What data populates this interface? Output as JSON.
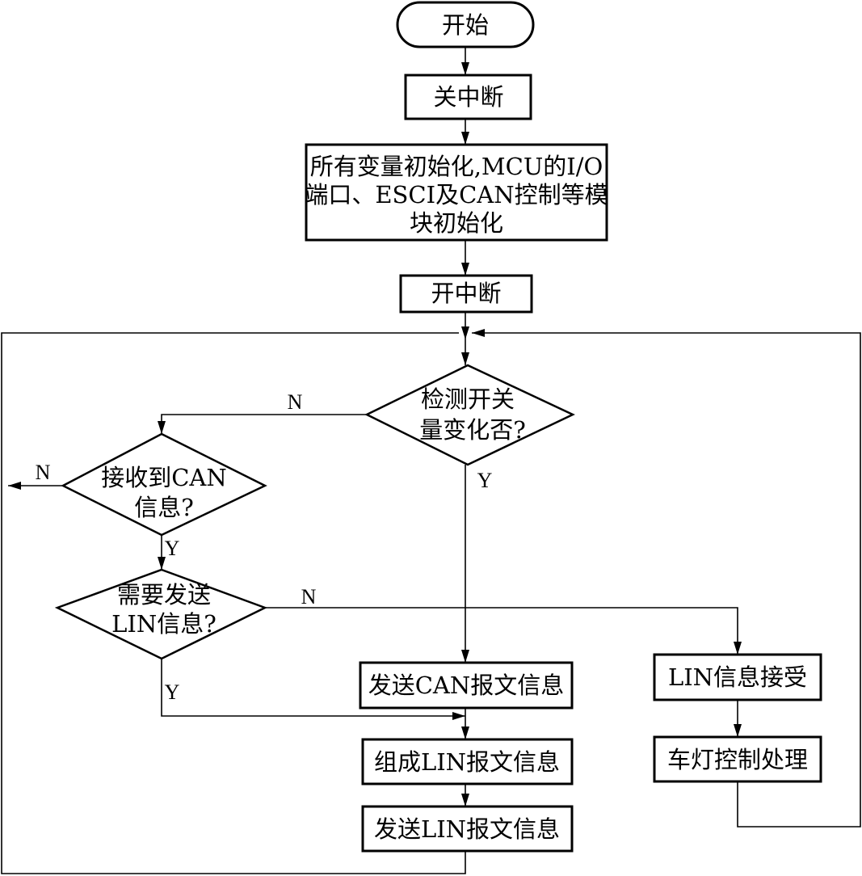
{
  "nodes": {
    "start": "开始",
    "disable_interrupts": "关中断",
    "init_line1": "所有变量初始化,MCU的I/O",
    "init_line2": "端口、ESCI及CAN控制等模",
    "init_line3": "块初始化",
    "enable_interrupts": "开中断",
    "check_switch_line1": "检测开关",
    "check_switch_line2": "量变化否?",
    "receive_can_line1": "接收到CAN",
    "receive_can_line2": "信息?",
    "need_send_lin_line1": "需要发送",
    "need_send_lin_line2": "LIN信息?",
    "send_can": "发送CAN报文信息",
    "compose_lin": "组成LIN报文信息",
    "send_lin": "发送LIN报文信息",
    "lin_receive": "LIN信息接受",
    "lamp_control": "车灯控制处理"
  },
  "labels": {
    "switch_no": "N",
    "switch_yes": "Y",
    "can_no": "N",
    "can_yes": "Y",
    "lin_no": "N",
    "lin_yes": "Y"
  }
}
